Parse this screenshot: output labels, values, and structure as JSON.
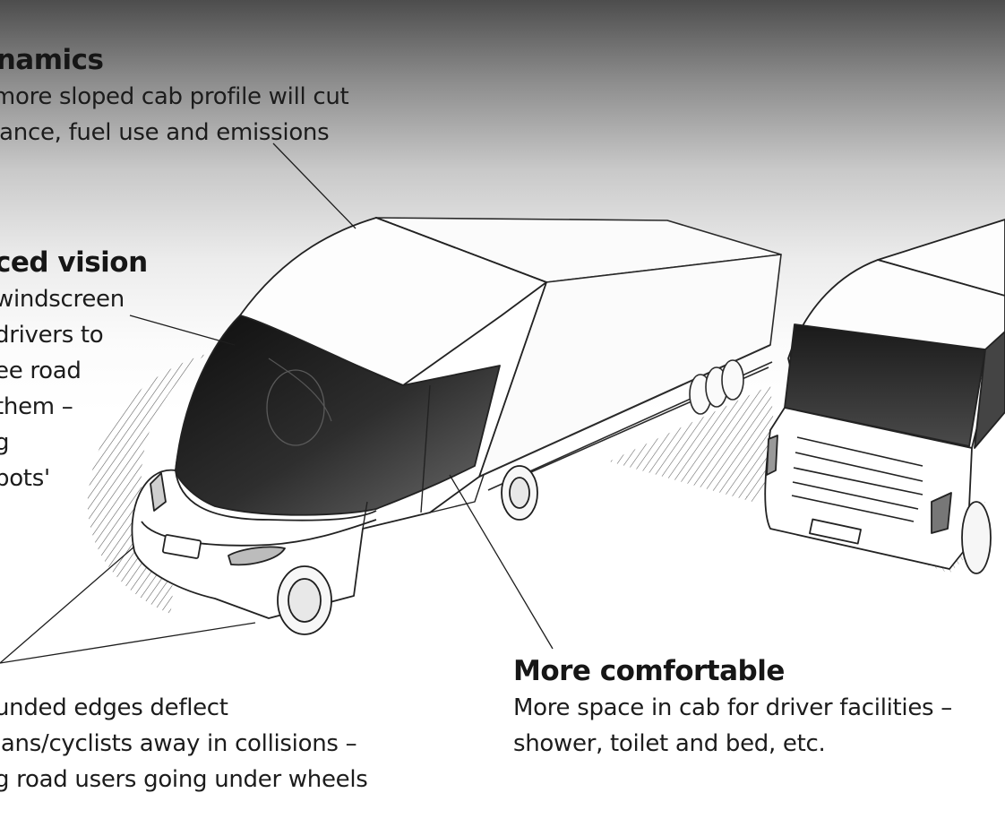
{
  "captions": {
    "aerodynamics": {
      "heading": "ynamics",
      "lines": [
        ", more sloped cab profile will cut",
        "tsance, fuel use and emissions"
      ]
    },
    "vision": {
      "heading": "ced vision",
      "lines": [
        "windscreen",
        "drivers to",
        "ee road",
        "them –",
        "g",
        "pots'"
      ]
    },
    "edges": {
      "lines": [
        "unded edges deflect",
        "ians/cyclists away in collisions –",
        "g road users going under wheels"
      ]
    },
    "comfort": {
      "heading": "More comfortable",
      "lines": [
        "More space in cab for driver facilities –",
        "shower, toilet and bed, etc."
      ]
    }
  },
  "colors": {
    "sky_top": "#4d4d4d",
    "paper": "#ffffff",
    "ink": "#1a1a1a",
    "glass": "#262626"
  },
  "illustration": {
    "subjects": [
      "new-design-truck",
      "conventional-truck"
    ]
  }
}
